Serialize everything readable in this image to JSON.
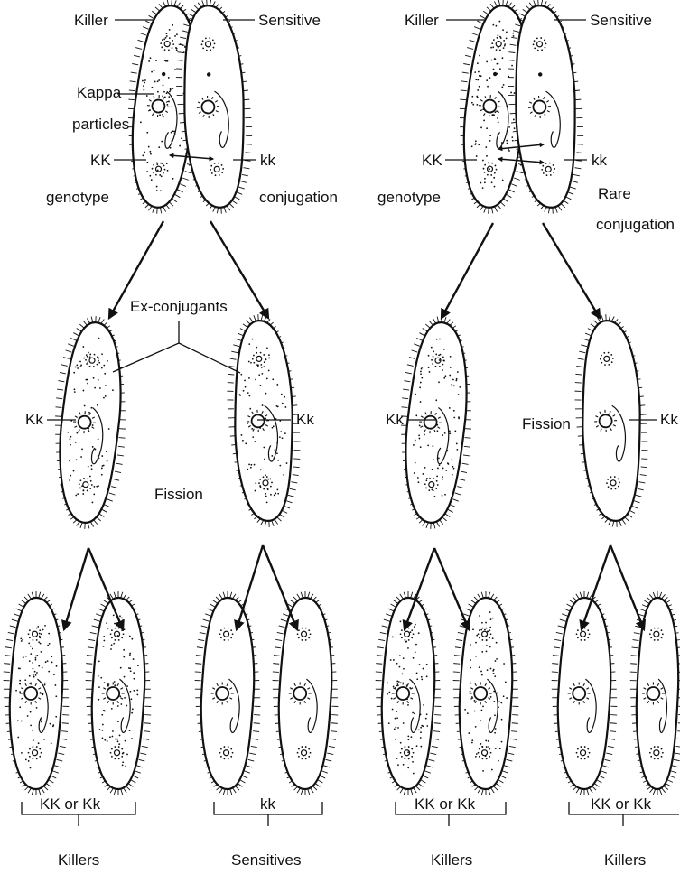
{
  "left_panel": {
    "killer_label": "Killer",
    "sensitive_label": "Sensitive",
    "kappa_label_line1": "Kappa",
    "kappa_label_line2": "particles",
    "killer_genotype_line1": "KK",
    "killer_genotype_line2": "genotype",
    "sensitive_genotype_line1": "kk",
    "sensitive_genotype_line2": "conjugation",
    "exconjugants_label": "Ex-conjugants",
    "left_exconjugant_genotype": "Kk",
    "right_exconjugant_genotype": "Kk",
    "fission_label": "Fission",
    "left_group_genotype": "KK or Kk",
    "left_group_name": "Killers",
    "right_group_genotype": "kk",
    "right_group_name": "Sensitives"
  },
  "right_panel": {
    "killer_label": "Killer",
    "sensitive_label": "Sensitive",
    "killer_genotype_line1": "KK",
    "killer_genotype_line2": "genotype",
    "sensitive_genotype_line1": "kk",
    "sensitive_genotype_line2": "Rare",
    "sensitive_genotype_line3": "conjugation",
    "left_exconjugant_genotype": "Kk",
    "right_exconjugant_genotype": "Kk",
    "fission_label": "Fission",
    "left_group_genotype": "KK or Kk",
    "left_group_name": "Killers",
    "right_group_genotype": "KK or Kk",
    "right_group_name": "Killers"
  },
  "colors": {
    "ink": "#111111",
    "background": "#ffffff"
  }
}
